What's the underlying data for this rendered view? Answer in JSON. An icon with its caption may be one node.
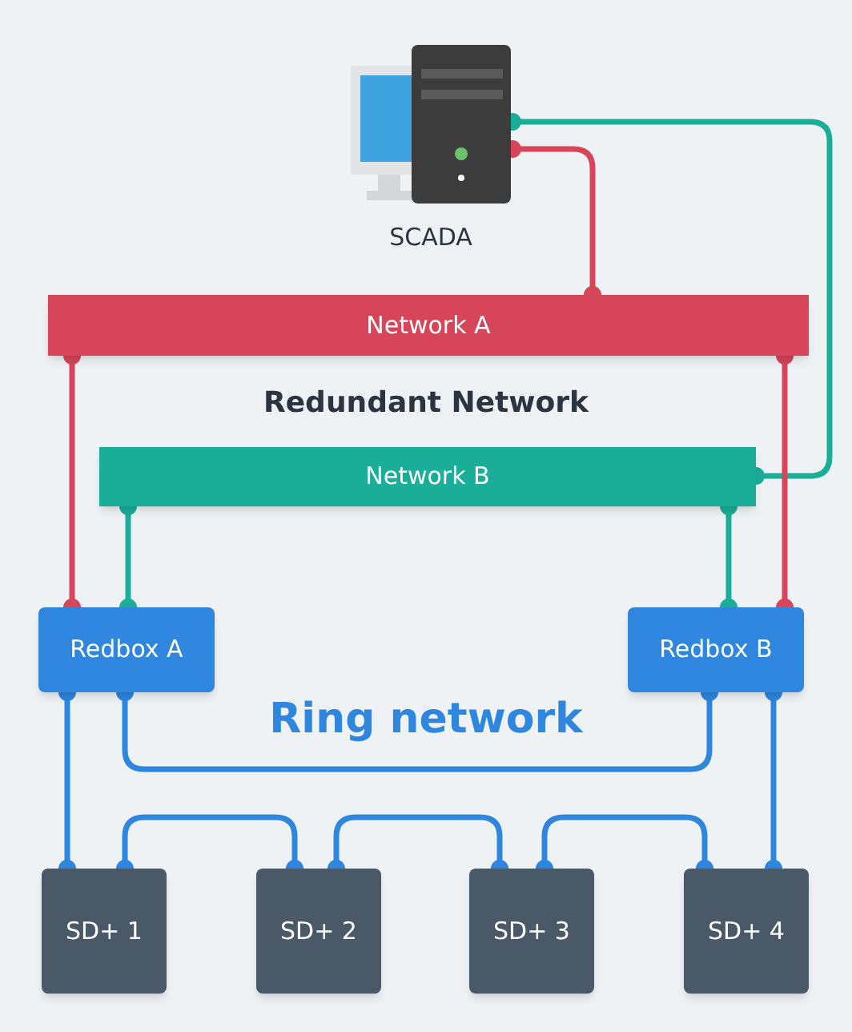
{
  "diagram": {
    "nodes": [
      {
        "text": [
          "SCADA"
        ]
      },
      {
        "text": [
          "Network A"
        ]
      },
      {
        "text": [
          "Network B"
        ]
      },
      {
        "text": [
          "Redbox A"
        ]
      },
      {
        "text": [
          "Redbox B"
        ]
      },
      {
        "text": [
          "SD+ 1"
        ]
      },
      {
        "text": [
          "SD+ 2"
        ]
      },
      {
        "text": [
          "SD+ 3"
        ]
      },
      {
        "text": [
          "SD+ 4"
        ]
      }
    ],
    "edges": [
      {
        "from": 0,
        "to": 1,
        "arrow": "other",
        "color": "#d6455a"
      },
      {
        "from": 0,
        "to": 2,
        "arrow": "other",
        "color": "#1aae98"
      },
      {
        "from": 1,
        "to": 3,
        "arrow": "other",
        "color": "#d6455a"
      },
      {
        "from": 2,
        "to": 3,
        "arrow": "other",
        "color": "#1aae98"
      },
      {
        "from": 1,
        "to": 4,
        "arrow": "other",
        "color": "#d6455a"
      },
      {
        "from": 2,
        "to": 4,
        "arrow": "other",
        "color": "#1aae98"
      },
      {
        "from": 3,
        "to": 5,
        "arrow": "other"
      },
      {
        "from": 3,
        "to": 4,
        "arrow": "other"
      },
      {
        "from": 4,
        "to": 8,
        "arrow": "other"
      },
      {
        "from": 5,
        "to": 6,
        "arrow": "other"
      },
      {
        "from": 6,
        "to": 7,
        "arrow": "other"
      },
      {
        "from": 7,
        "to": 8,
        "arrow": "other"
      }
    ],
    "labels": [
      "Redundant Network",
      "Ring network"
    ]
  }
}
